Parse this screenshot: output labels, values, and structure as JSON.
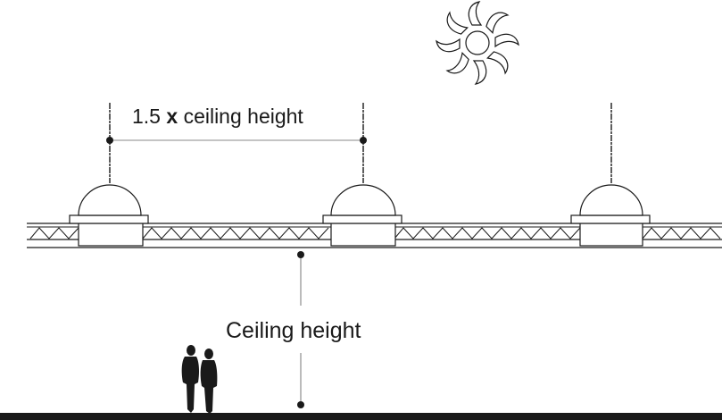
{
  "labels": {
    "spacing_value": "1.5",
    "spacing_x": "x",
    "spacing_text": "ceiling height",
    "height_text": "Ceiling height"
  },
  "icons": {
    "sun": "sun-icon",
    "people": "people-silhouette-icon",
    "skylight": "dome-skylight-icon"
  },
  "colors": {
    "ink": "#1a1a1a",
    "leader": "#777777"
  },
  "skylight_count": 3
}
